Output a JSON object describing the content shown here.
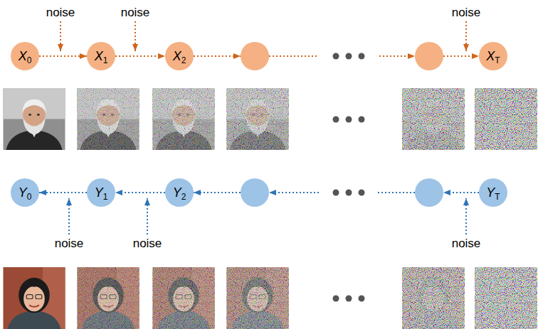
{
  "diagram": {
    "nodes": [
      {
        "text": [
          "X0"
        ]
      },
      {
        "text": [
          "X1"
        ]
      },
      {
        "text": [
          "X2"
        ]
      },
      {
        "text": []
      },
      {
        "text": []
      },
      {
        "text": [
          "XT"
        ]
      },
      {
        "text": [
          "Y0"
        ]
      },
      {
        "text": [
          "Y1"
        ]
      },
      {
        "text": [
          "Y2"
        ]
      },
      {
        "text": []
      },
      {
        "text": []
      },
      {
        "text": [
          "YT"
        ]
      }
    ],
    "edges": [
      {
        "from": 0,
        "to": 1,
        "arrow": "to"
      },
      {
        "from": 1,
        "to": 2,
        "arrow": "to"
      },
      {
        "from": 2,
        "to": 3,
        "arrow": "to"
      },
      {
        "from": 3,
        "to": 4,
        "arrow": "to"
      },
      {
        "from": 4,
        "to": 5,
        "arrow": "to"
      },
      {
        "from": 7,
        "to": 6,
        "arrow": "to"
      },
      {
        "from": 8,
        "to": 7,
        "arrow": "to"
      },
      {
        "from": 9,
        "to": 8,
        "arrow": "to"
      },
      {
        "from": 10,
        "to": 9,
        "arrow": "to"
      },
      {
        "from": 11,
        "to": 10,
        "arrow": "to"
      }
    ],
    "labels": [
      "noise",
      "noise",
      "noise",
      "noise",
      "noise",
      "noise"
    ]
  }
}
